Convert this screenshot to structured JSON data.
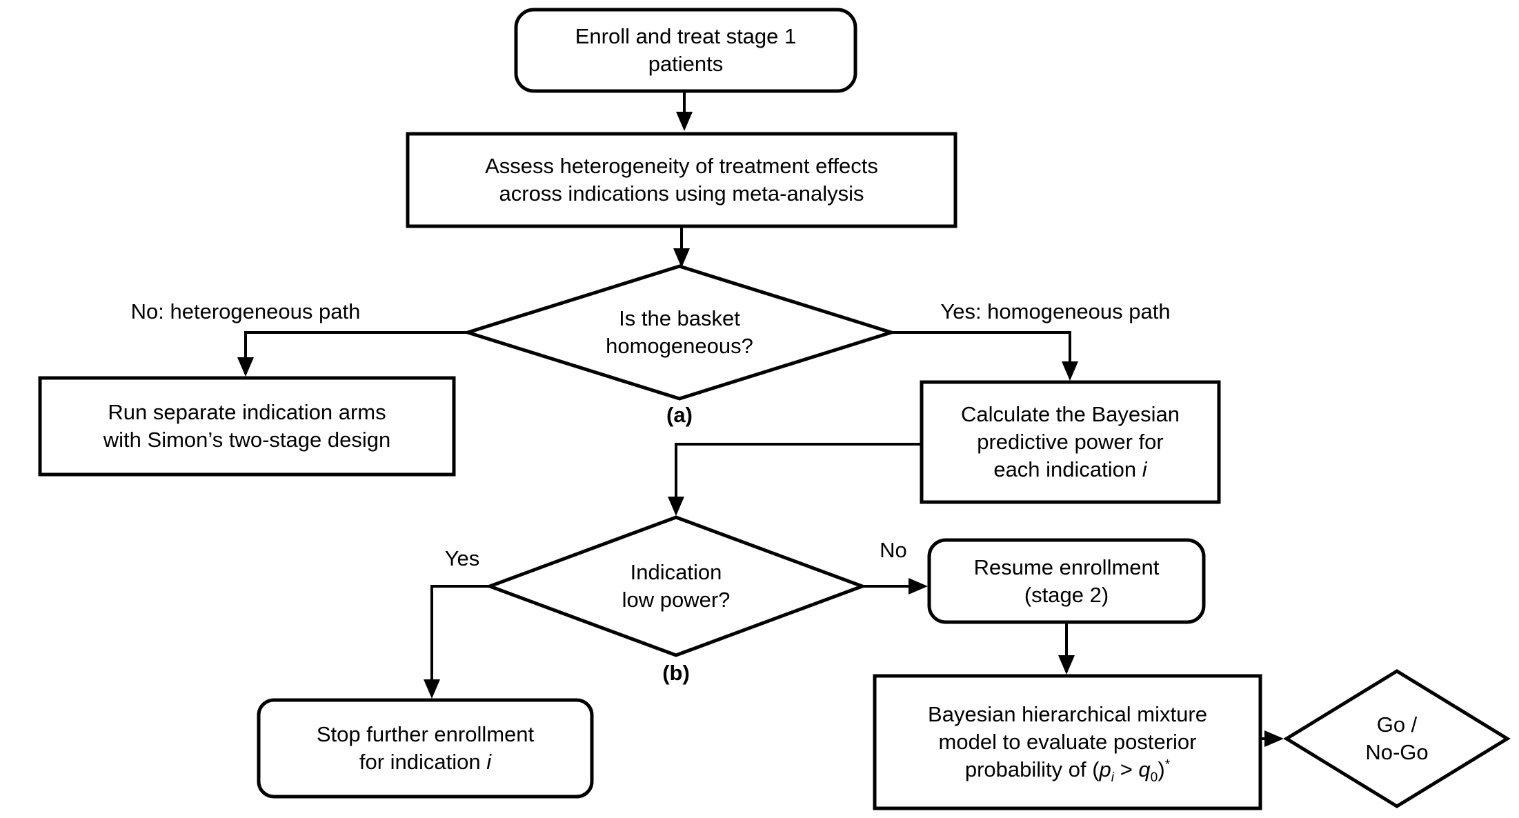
{
  "colors": {
    "stroke": "#000000",
    "text": "#000000",
    "background": "#ffffff"
  },
  "nodes": {
    "start": {
      "shape": "rounded-rect",
      "rows": [
        [
          {
            "t": "Enroll and treat stage 1"
          }
        ],
        [
          {
            "t": "patients"
          }
        ]
      ]
    },
    "assess": {
      "shape": "rect",
      "rows": [
        [
          {
            "t": "Assess heterogeneity of treatment effects"
          }
        ],
        [
          {
            "t": "across indications using meta-analysis"
          }
        ]
      ]
    },
    "decision_a": {
      "shape": "diamond",
      "tag": "(a)",
      "rows": [
        [
          {
            "t": "Is the basket"
          }
        ],
        [
          {
            "t": "homogeneous?"
          }
        ]
      ]
    },
    "run_separate": {
      "shape": "rect",
      "rows": [
        [
          {
            "t": "Run separate indication arms"
          }
        ],
        [
          {
            "t": "with Simon’s two-stage design"
          }
        ]
      ]
    },
    "calc_power": {
      "shape": "rect",
      "rows": [
        [
          {
            "t": "Calculate the Bayesian"
          }
        ],
        [
          {
            "t": "predictive power for"
          }
        ],
        [
          {
            "t": "each indication "
          },
          {
            "t": "i",
            "i": true
          }
        ]
      ]
    },
    "decision_b": {
      "shape": "diamond",
      "tag": "(b)",
      "rows": [
        [
          {
            "t": "Indication"
          }
        ],
        [
          {
            "t": "low power?"
          }
        ]
      ]
    },
    "stop_enrollment": {
      "shape": "rounded-rect",
      "rows": [
        [
          {
            "t": "Stop further enrollment"
          }
        ],
        [
          {
            "t": "for indication "
          },
          {
            "t": "i",
            "i": true
          }
        ]
      ]
    },
    "resume_enrollment": {
      "shape": "rounded-rect",
      "rows": [
        [
          {
            "t": "Resume enrollment"
          }
        ],
        [
          {
            "t": "(stage 2)"
          }
        ]
      ]
    },
    "bayes_model": {
      "shape": "rect",
      "rows": [
        [
          {
            "t": "Bayesian hierarchical mixture"
          }
        ],
        [
          {
            "t": "model to evaluate posterior"
          }
        ],
        [
          {
            "t": "probability of ("
          },
          {
            "t": "p",
            "i": true
          },
          {
            "t": "i",
            "i": true,
            "sub": true
          },
          {
            "t": " > "
          },
          {
            "t": "q",
            "i": true
          },
          {
            "t": "0",
            "sub": true
          },
          {
            "t": ")"
          },
          {
            "t": "*",
            "sup": true
          }
        ]
      ]
    },
    "go_nogo": {
      "shape": "diamond",
      "rows": [
        [
          {
            "t": "Go /"
          }
        ],
        [
          {
            "t": "No-Go"
          }
        ]
      ]
    }
  },
  "edge_labels": {
    "no_heterogeneous": "No: heterogeneous path",
    "yes_homogeneous": "Yes: homogeneous path",
    "yes_low_power": "Yes",
    "no_low_power": "No"
  }
}
